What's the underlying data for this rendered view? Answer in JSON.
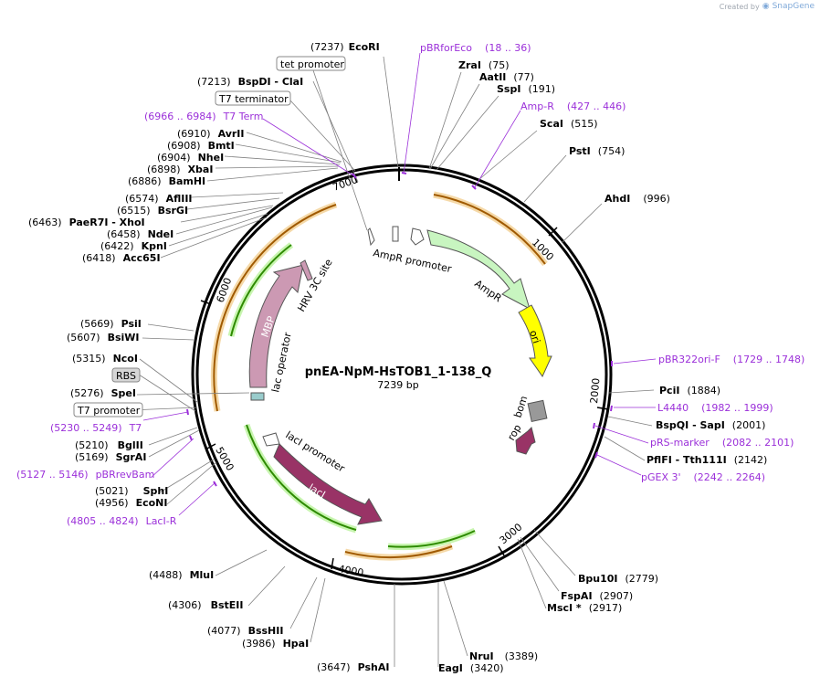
{
  "credit": {
    "prefix": "Created by",
    "brand": "SnapGene"
  },
  "plasmid": {
    "name": "pnEA-NpM-HsTOB1_1-138_Q",
    "length_label": "7239 bp",
    "length": 7239
  },
  "tick_labels": [
    "1000",
    "2000",
    "3000",
    "4000",
    "5000",
    "6000",
    "7000"
  ],
  "sites": [
    {
      "pos": "(7237)",
      "name": "EcoRI"
    },
    {
      "pos": "(75)",
      "name": "ZraI"
    },
    {
      "pos": "(77)",
      "name": "AatII"
    },
    {
      "pos": "(191)",
      "name": "SspI"
    },
    {
      "pos": "(515)",
      "name": "ScaI"
    },
    {
      "pos": "(754)",
      "name": "PstI"
    },
    {
      "pos": "(996)",
      "name": "AhdI"
    },
    {
      "pos": "(1884)",
      "name": "PciI"
    },
    {
      "pos": "(2001)",
      "name": "BspQI  - SapI"
    },
    {
      "pos": "(2142)",
      "name": "PflFI  - Tth111I"
    },
    {
      "pos": "(2779)",
      "name": "Bpu10I"
    },
    {
      "pos": "(2907)",
      "name": "FspAI"
    },
    {
      "pos": "(2917)",
      "name": "MscI *"
    },
    {
      "pos": "(3389)",
      "name": "NruI"
    },
    {
      "pos": "(3420)",
      "name": "EagI"
    },
    {
      "pos": "(3647)",
      "name": "PshAI"
    },
    {
      "pos": "(3986)",
      "name": "HpaI"
    },
    {
      "pos": "(4077)",
      "name": "BssHII"
    },
    {
      "pos": "(4306)",
      "name": "BstEII"
    },
    {
      "pos": "(4488)",
      "name": "MluI"
    },
    {
      "pos": "(4956)",
      "name": "EcoNI"
    },
    {
      "pos": "(5021)",
      "name": "SphI"
    },
    {
      "pos": "(5169)",
      "name": "SgrAI"
    },
    {
      "pos": "(5210)",
      "name": "BglII"
    },
    {
      "pos": "(5276)",
      "name": "SpeI"
    },
    {
      "pos": "(5315)",
      "name": "NcoI"
    },
    {
      "pos": "(5607)",
      "name": "BsiWI"
    },
    {
      "pos": "(5669)",
      "name": "PsiI"
    },
    {
      "pos": "(6418)",
      "name": "Acc65I"
    },
    {
      "pos": "(6422)",
      "name": "KpnI"
    },
    {
      "pos": "(6458)",
      "name": "NdeI"
    },
    {
      "pos": "(6463)",
      "name": "PaeR7I  - XhoI"
    },
    {
      "pos": "(6515)",
      "name": "BsrGI"
    },
    {
      "pos": "(6574)",
      "name": "AflIII"
    },
    {
      "pos": "(6886)",
      "name": "BamHI"
    },
    {
      "pos": "(6898)",
      "name": "XbaI"
    },
    {
      "pos": "(6904)",
      "name": "NheI"
    },
    {
      "pos": "(6908)",
      "name": "BmtI"
    },
    {
      "pos": "(6910)",
      "name": "AvrII"
    },
    {
      "pos": "(7213)",
      "name": "BspDI  - ClaI"
    }
  ],
  "primers": [
    {
      "name": "pBRforEco",
      "range": "(18 .. 36)"
    },
    {
      "name": "Amp-R",
      "range": "(427 .. 446)"
    },
    {
      "name": "pBR322ori-F",
      "range": "(1729 .. 1748)"
    },
    {
      "name": "L4440",
      "range": "(1982 .. 1999)"
    },
    {
      "name": "pRS-marker",
      "range": "(2082 .. 2101)"
    },
    {
      "name": "pGEX 3'",
      "range": "(2242 .. 2264)"
    },
    {
      "name": "pBRrevBam",
      "range": "(5127 .. 5146)"
    },
    {
      "name": "LacI-R",
      "range": "(4805 .. 4824)"
    },
    {
      "name": "T7",
      "range": "(5230 .. 5249)"
    },
    {
      "name": "T7 Term",
      "range": "(6966 .. 6984)"
    }
  ],
  "boxed_features": {
    "tet_promoter": "tet promoter",
    "t7_terminator": "T7 terminator",
    "rbs": "RBS",
    "t7_promoter": "T7 promoter"
  },
  "features": {
    "ampr_promoter": "AmpR promoter",
    "ampr": "AmpR",
    "ori": "ori",
    "bom": "bom",
    "rop": "rop",
    "laci": "lacI",
    "laci_promoter": "lacI promoter",
    "lac_operator": "lac operator",
    "mbp": "MBP",
    "hrv": "HRV 3C site"
  },
  "colors": {
    "ampr": "#c8f5c0",
    "ori": "#ffff00",
    "laci": "#993366",
    "mbp": "#cc99b3",
    "bom": "#999999",
    "orf_arrow": "#2e8b00",
    "orf_glow": "#f5d9a8",
    "primer": "#9b30d9",
    "backbone": "#000000"
  }
}
